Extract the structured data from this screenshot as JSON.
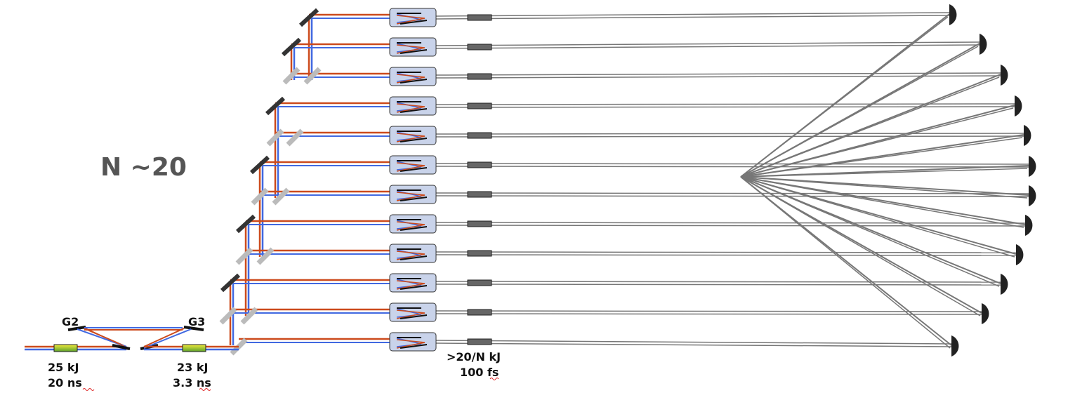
{
  "labels": {
    "n_count": "N ~20",
    "grating_g2": "G2",
    "grating_g3": "G3",
    "input_energy": "25 kJ",
    "input_duration": "20 ns",
    "mid_energy": "23 kJ",
    "mid_duration": "3.3 ns",
    "out_energy": ">20/N kJ",
    "out_duration": "100 fs"
  },
  "colors": {
    "beam_orange": "#cc4a1c",
    "beam_blue": "#4169e1",
    "fiber_gray": "#777777",
    "mirror_dark": "#333333",
    "splitter_gray": "#bbbbbb",
    "module_fill": "#c9d3ea",
    "amplifier_yellow": "#e8e23a",
    "amplifier_green": "#5aa02c",
    "focusing_mirror": "#222222"
  },
  "channels": {
    "count": 12
  }
}
